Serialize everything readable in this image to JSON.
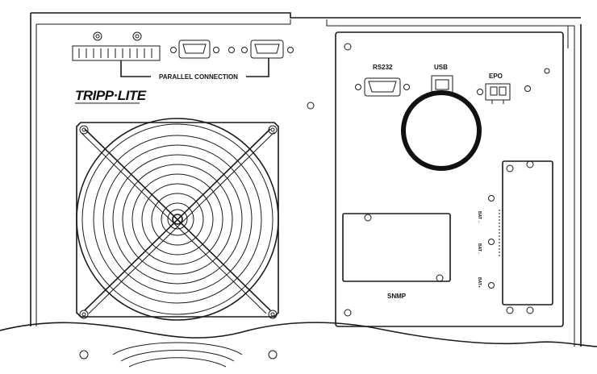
{
  "labels": {
    "parallel_connection": "PARALLEL CONNECTION",
    "brand": "TRIPP·LITE",
    "rs232": "RS232",
    "usb": "USB",
    "epo": "EPO",
    "snmp": "SNMP",
    "side_label_1": "BAT→",
    "side_label_2": "BAT←",
    "side_label_3": "BAT∘"
  },
  "colors": {
    "line": "#1a1a1a",
    "background": "#ffffff"
  }
}
